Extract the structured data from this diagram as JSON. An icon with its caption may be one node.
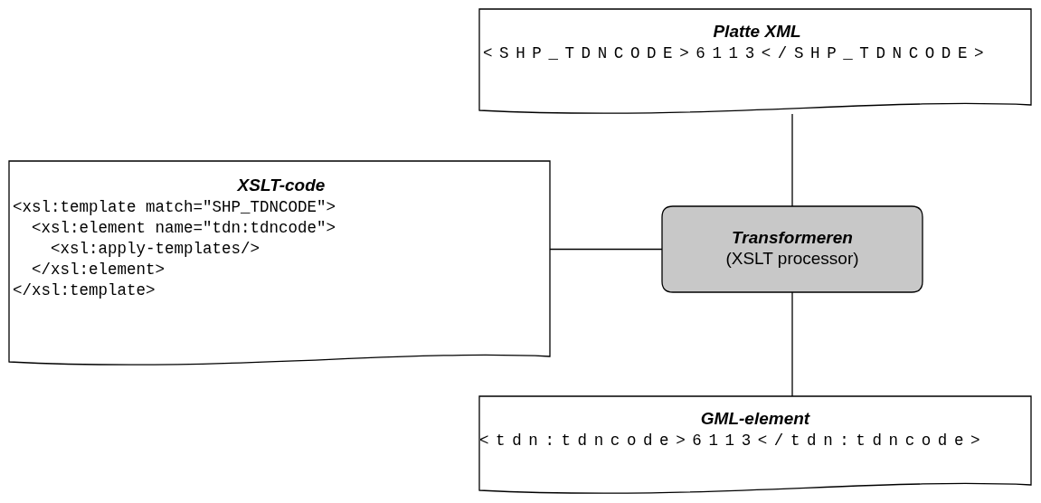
{
  "diagram": {
    "nodes": [
      {
        "text": [
          "Platte XML",
          "<SHP_TDNCODE>6113</SHP_TDNCODE>"
        ]
      },
      {
        "text": [
          "XSLT-code",
          "<xsl:template match=\"SHP_TDNCODE\">",
          "  <xsl:element name=\"tdn:tdncode\">",
          "    <xsl:apply-templates/>",
          "  </xsl:element>",
          "</xsl:template>"
        ]
      },
      {
        "text": [
          "Transformeren",
          "(XSLT processor)"
        ]
      },
      {
        "text": [
          "GML-element",
          "<tdn:tdncode>6113</tdn:tdncode>"
        ]
      }
    ],
    "edges": [
      {
        "from": 0,
        "to": 2,
        "arrow": "none"
      },
      {
        "from": 1,
        "to": 2,
        "arrow": "none"
      },
      {
        "from": 2,
        "to": 3,
        "arrow": "none"
      }
    ]
  }
}
